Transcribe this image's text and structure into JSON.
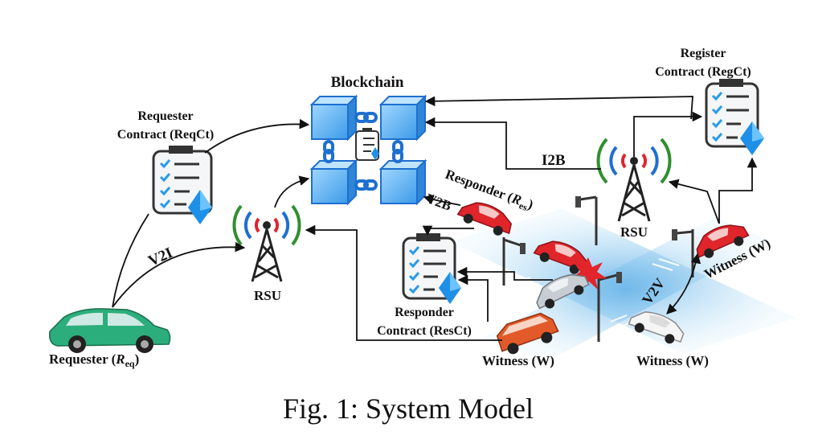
{
  "blockchain": {
    "title": "Blockchain"
  },
  "requester": {
    "contract_line1": "Requester",
    "contract_line2": "Contract (ReqCt)",
    "vehicle_label": "Requester (",
    "vehicle_symbol": "R",
    "vehicle_sub": "eq",
    "vehicle_close": ")"
  },
  "register": {
    "line1": "Register",
    "line2": "Contract (RegCt)"
  },
  "responder": {
    "contract_line1": "Responder",
    "contract_line2": "Contract (ResCt)",
    "vehicle_label": "Responder (",
    "vehicle_symbol": "R",
    "vehicle_sub": "es",
    "vehicle_close": ")"
  },
  "rsu": {
    "left": "RSU",
    "right": "RSU"
  },
  "links": {
    "v2i": "V2I",
    "v2b": "V2B",
    "i2b": "I2B",
    "v2v": "V2V"
  },
  "witness": {
    "left": "Witness (W)",
    "center": "Witness (W)",
    "right": "Witness (W)"
  },
  "caption": "Fig. 1: System Model",
  "colors": {
    "block": "#5bb4f5",
    "block_stroke": "#1e6fd0",
    "road": "#9fd0ee",
    "car_red": "#e0252b",
    "car_green": "#2cae7c",
    "ethereum": "#1e90e8"
  }
}
